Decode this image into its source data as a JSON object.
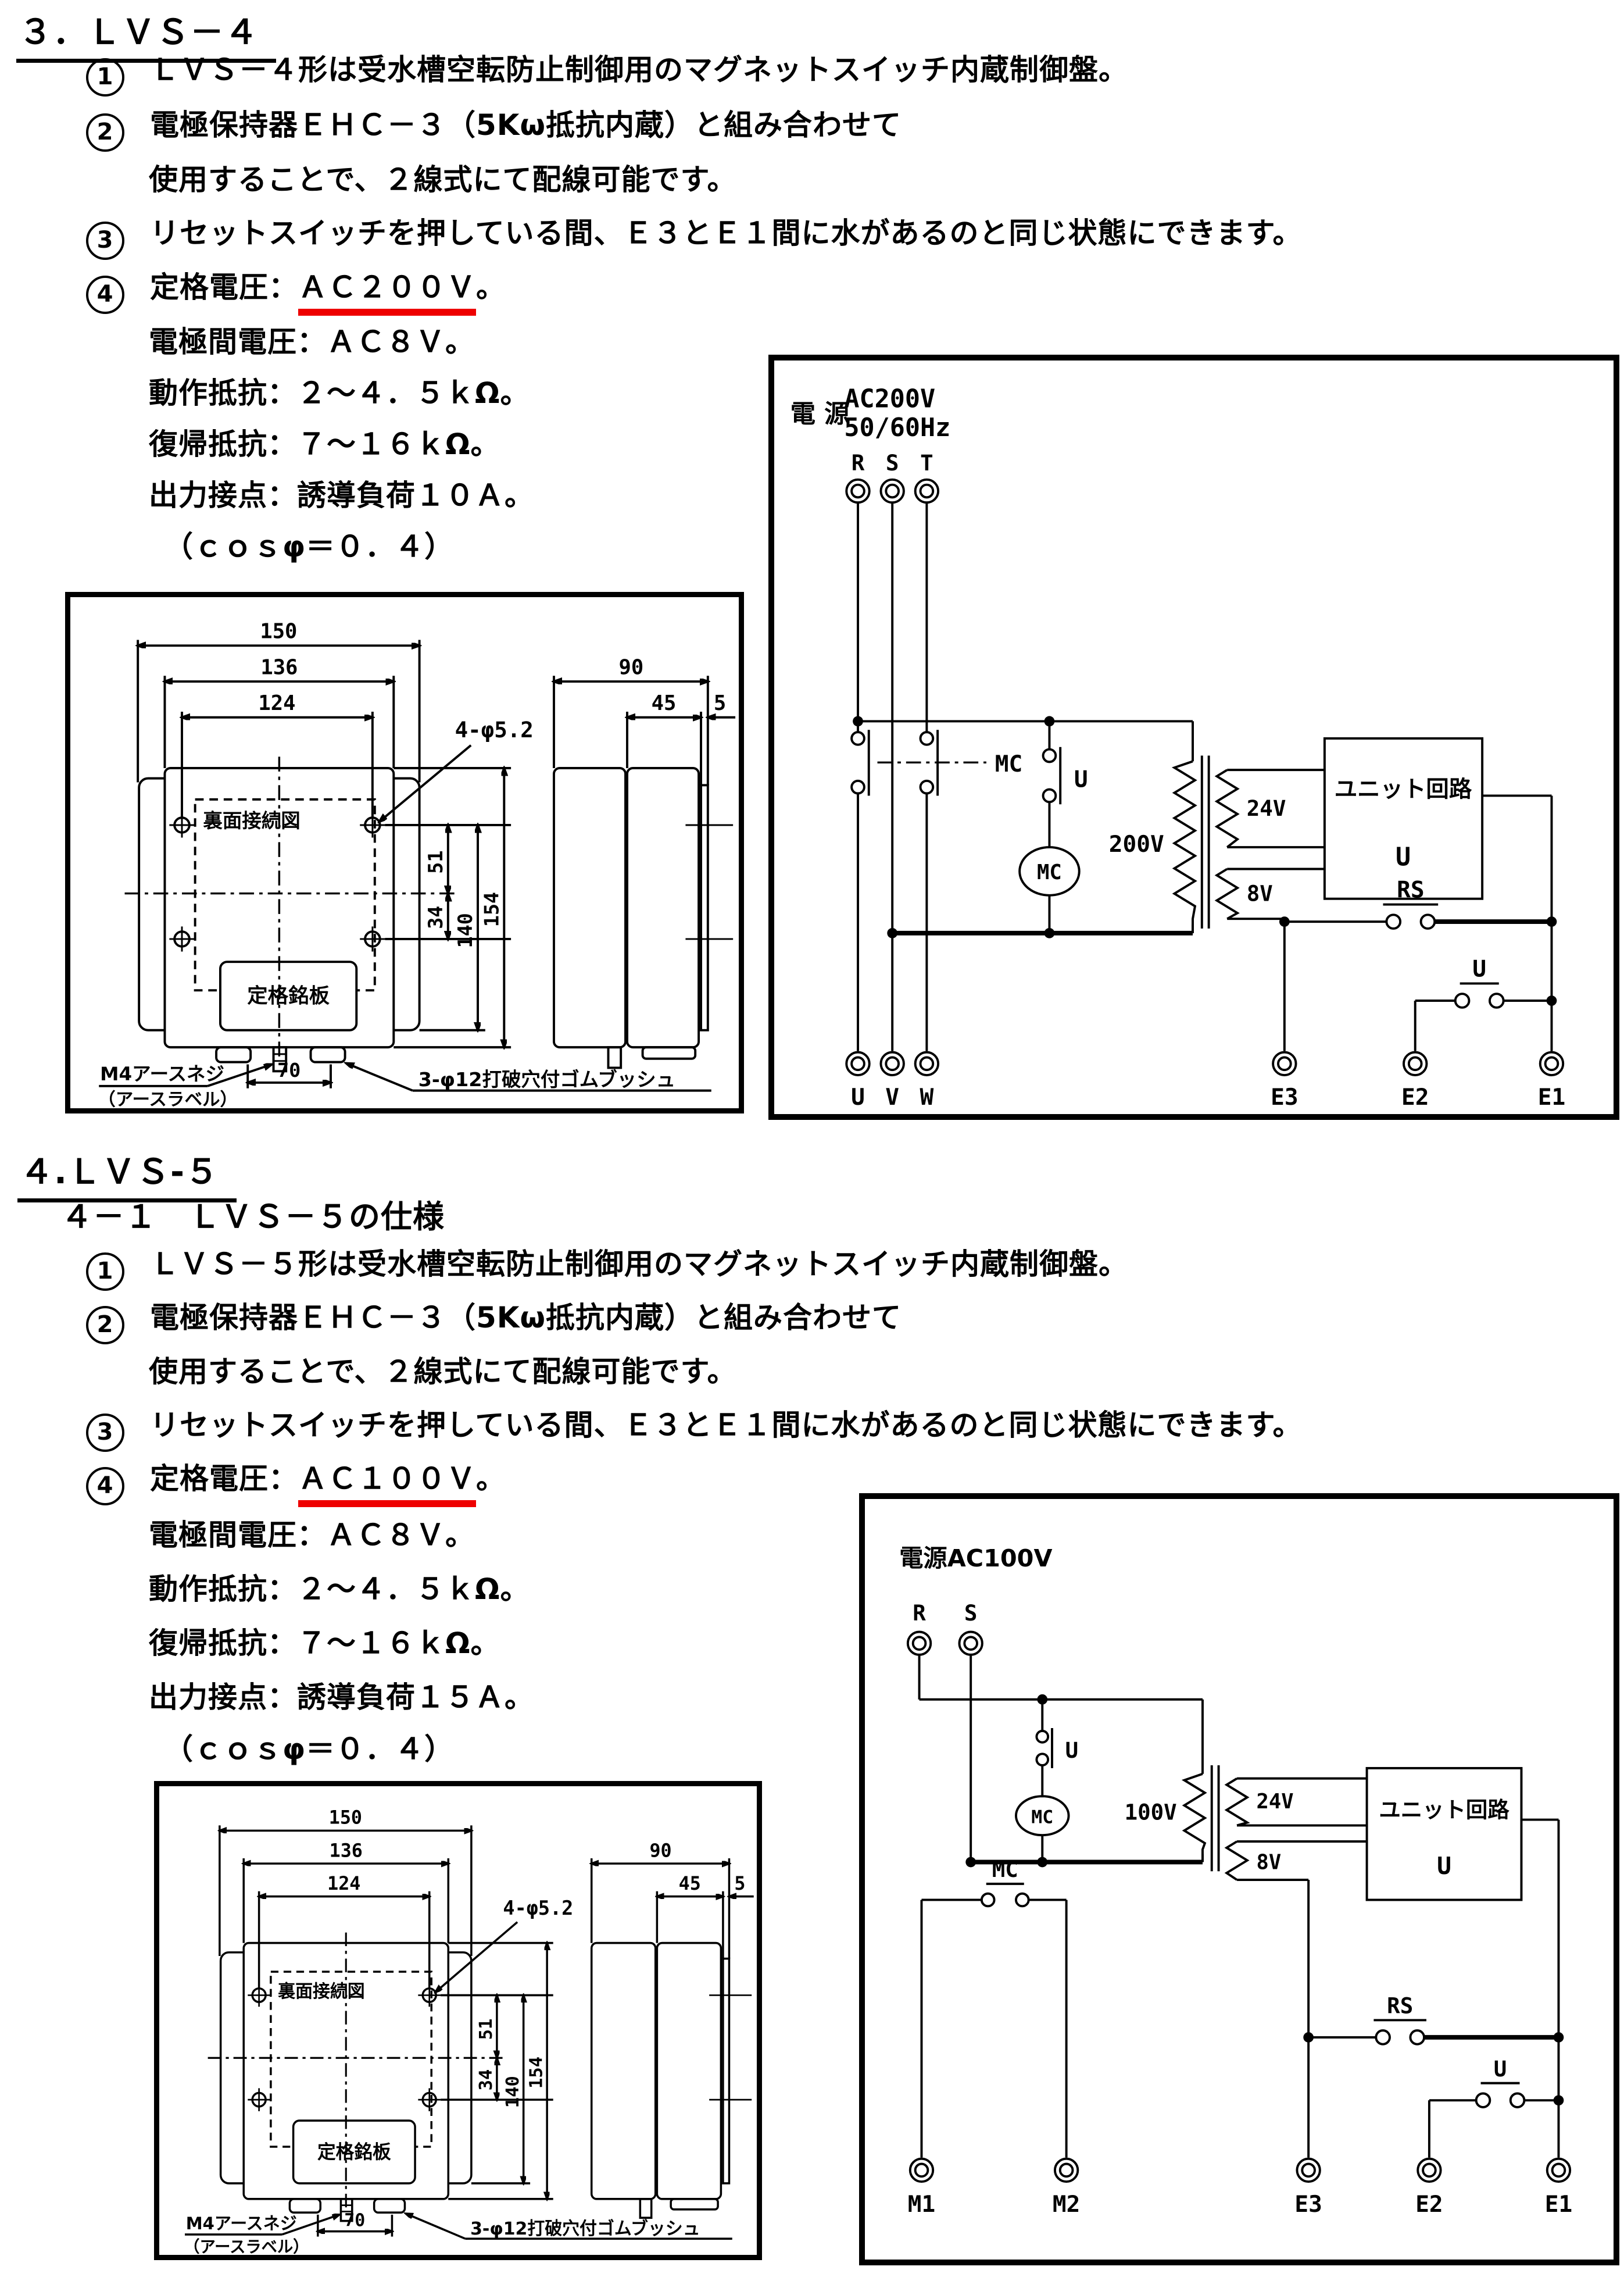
{
  "lvs4": {
    "heading": "３．ＬＶＳ－４",
    "item1_num": "1",
    "item1": "ＬＶＳ－４形は受水槽空転防止制御用のマグネットスイッチ内蔵制御盤。",
    "item2_num": "2",
    "item2": "電極保持器ＥＨＣ－３（5Kω抵抗内蔵）と組み合わせて",
    "item2b": "使用することで、２線式にて配線可能です。",
    "item3_num": "3",
    "item3": "リセットスイッチを押している間、Ｅ３とＥ１間に水があるのと同じ状態にできます。",
    "item4_num": "4",
    "item4_label": "定格電圧：",
    "item4_value": "ＡＣ２００Ｖ",
    "item4_period": "。",
    "spec1": "電極間電圧：ＡＣ８Ｖ。",
    "spec2": "動作抵抗：２～４．５ｋΩ。",
    "spec3": "復帰抵抗：７～１６ｋΩ。",
    "spec4": "出力接点：誘導負荷１０Ａ。",
    "spec5": "（ｃｏｓφ＝０．４）"
  },
  "lvs5": {
    "heading": "４.ＬＶＳ-５",
    "sub": "４－１　ＬＶＳ－５の仕様",
    "item1_num": "1",
    "item1": "ＬＶＳ－５形は受水槽空転防止制御用のマグネットスイッチ内蔵制御盤。",
    "item2_num": "2",
    "item2": "電極保持器ＥＨＣ－３（5Kω抵抗内蔵）と組み合わせて",
    "item2b": "使用することで、２線式にて配線可能です。",
    "item3_num": "3",
    "item3": "リセットスイッチを押している間、Ｅ３とＥ１間に水があるのと同じ状態にできます。",
    "item4_num": "4",
    "item4_label": "定格電圧：",
    "item4_value": "ＡＣ１００Ｖ",
    "item4_period": "。",
    "spec1": "電極間電圧：ＡＣ８Ｖ。",
    "spec2": "動作抵抗：２～４．５ｋΩ。",
    "spec3": "復帰抵抗：７～１６ｋΩ。",
    "spec4": "出力接点：誘導負荷１５Ａ。",
    "spec5": "（ｃｏｓφ＝０．４）"
  },
  "dim": {
    "d150": "150",
    "d136": "136",
    "d124": "124",
    "holes": "4-φ5.2",
    "d90": "90",
    "d45": "45",
    "d5": "5",
    "d51": "51",
    "d34": "34",
    "d140": "140",
    "d154": "154",
    "d70": "70",
    "window": "裏面接続図",
    "nameplate": "定格銘板",
    "earth_line1": "M4アースネジ",
    "earth_line2": "（アースラベル）",
    "bushing": "3-φ12打破穴付ゴムブッシュ"
  },
  "circuit4": {
    "power_kanji": "電 源",
    "power_volt": "AC200V",
    "power_freq": "50/60Hz",
    "term_r": "R",
    "term_s": "S",
    "term_t": "T",
    "mc_link": "MC",
    "u_contact": "U",
    "coil": "MC",
    "primary": "200V",
    "sec_24": "24V",
    "sec_8": "8V",
    "unit_line1": "ユニット回路",
    "unit_line2": "U",
    "rs_label": "RS",
    "u_label": "U",
    "term_u": "U",
    "term_v": "V",
    "term_w": "W",
    "term_e3": "E3",
    "term_e2": "E2",
    "term_e1": "E1"
  },
  "circuit5": {
    "power": "電源AC100V",
    "term_r": "R",
    "term_s": "S",
    "u_contact": "U",
    "coil": "MC",
    "mc_out": "MC",
    "primary": "100V",
    "sec_24": "24V",
    "sec_8": "8V",
    "unit_line1": "ユニット回路",
    "unit_line2": "U",
    "rs_label": "RS",
    "u_label": "U",
    "term_m1": "M1",
    "term_m2": "M2",
    "term_e3": "E3",
    "term_e2": "E2",
    "term_e1": "E1"
  }
}
